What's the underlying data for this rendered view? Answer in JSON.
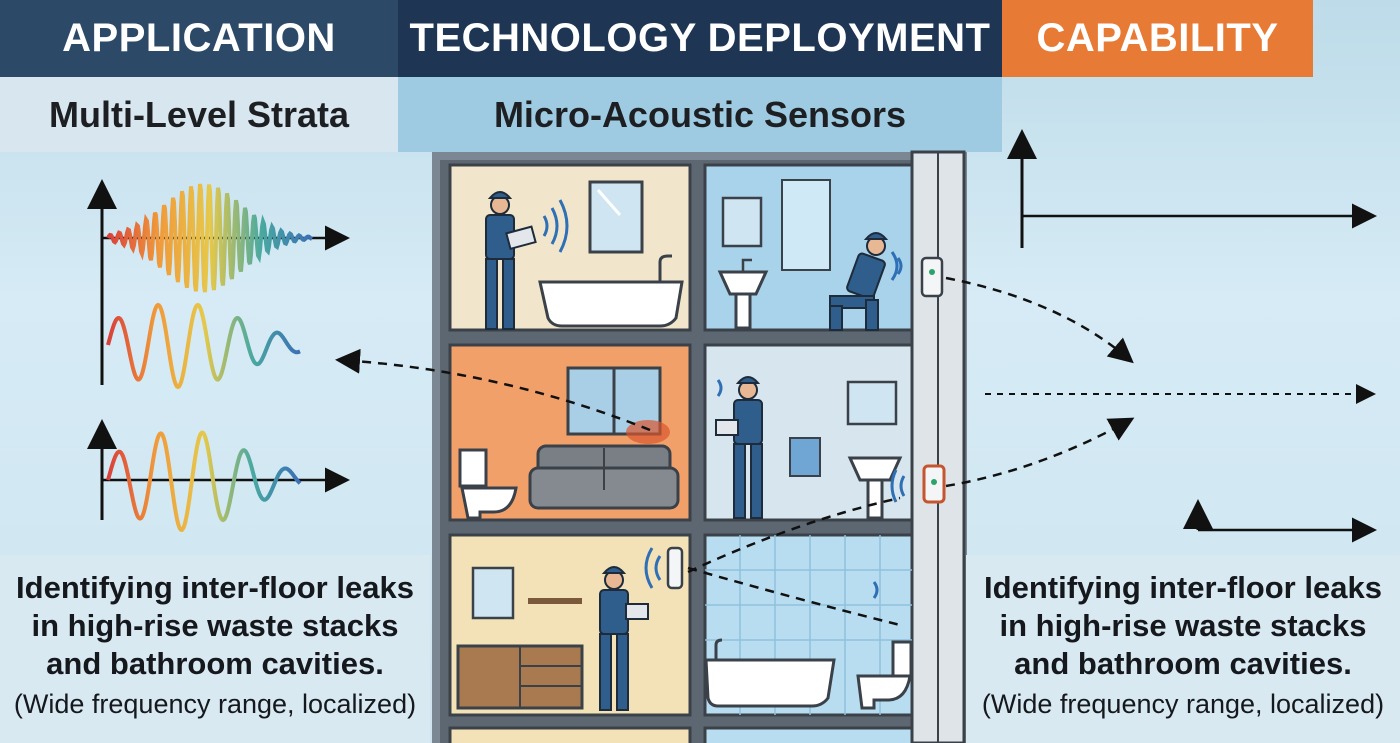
{
  "header": {
    "application": "APPLICATION",
    "technology": "TECHNOLOGY DEPLOYMENT",
    "capability": "CAPABILITY"
  },
  "subheader": {
    "application": "Multi-Level Strata",
    "technology": "Micro-Acoustic Sensors"
  },
  "left_panel": {
    "description": "Identifying inter-floor leaks in high-rise waste stacks and bathroom cavities.",
    "note": "(Wide frequency range, localized)"
  },
  "right_panel": {
    "description": "Identifying inter-floor leaks in high-rise waste stacks and bathroom cavities.",
    "note": "(Wide frequency range, localized)"
  },
  "colors": {
    "application": "#2c4a68",
    "technology": "#1e3553",
    "capability": "#e77a35",
    "technician": "#2f5d8c",
    "leak": "#d9552e"
  },
  "icons": [
    "waveform-icon",
    "technician-icon",
    "acoustic-sensor-icon",
    "bathtub-icon",
    "sofa-icon",
    "toilet-icon",
    "sink-icon",
    "window-icon"
  ]
}
